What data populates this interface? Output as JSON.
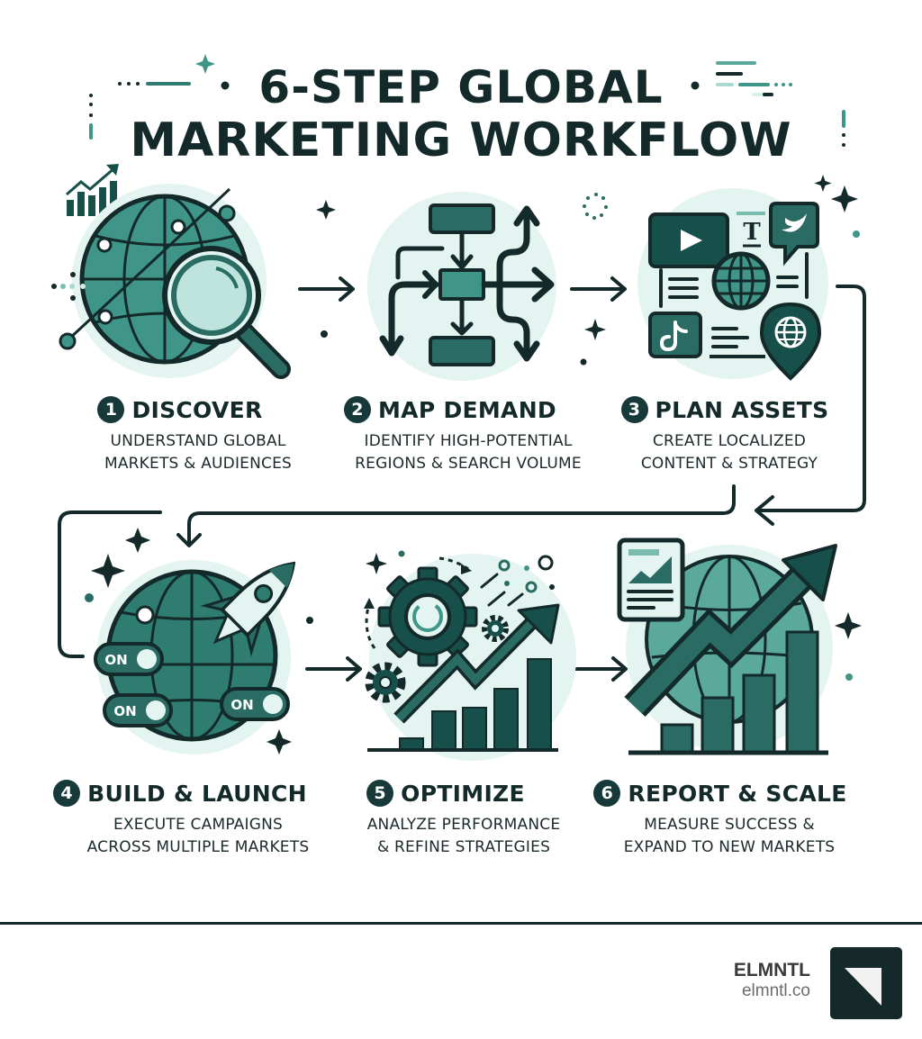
{
  "title": {
    "line1": "6-STEP GLOBAL",
    "line2": "MARKETING WORKFLOW"
  },
  "colors": {
    "dark": "#14292a",
    "teal": "#2e7d70",
    "teal_mid": "#3f9688",
    "teal_light": "#e3f4f1",
    "teal_pale": "#cde9e4",
    "white": "#ffffff"
  },
  "steps": [
    {
      "number": "1",
      "title": "DISCOVER",
      "desc_line1": "UNDERSTAND GLOBAL",
      "desc_line2": "MARKETS & AUDIENCES",
      "icon": "globe-magnifier-icon"
    },
    {
      "number": "2",
      "title": "MAP DEMAND",
      "desc_line1": "IDENTIFY HIGH-POTENTIAL",
      "desc_line2": "REGIONS & SEARCH VOLUME",
      "icon": "flowchart-icon"
    },
    {
      "number": "3",
      "title": "PLAN ASSETS",
      "desc_line1": "CREATE LOCALIZED",
      "desc_line2": "CONTENT & STRATEGY",
      "icon": "content-assets-icon"
    },
    {
      "number": "4",
      "title": "BUILD & LAUNCH",
      "desc_line1": "EXECUTE CAMPAIGNS",
      "desc_line2": "ACROSS MULTIPLE MARKETS",
      "icon": "rocket-globe-icon",
      "toggles": [
        "ON",
        "ON",
        "ON"
      ]
    },
    {
      "number": "5",
      "title": "OPTIMIZE",
      "desc_line1": "ANALYZE PERFORMANCE",
      "desc_line2": "& REFINE STRATEGIES",
      "icon": "gears-growth-icon"
    },
    {
      "number": "6",
      "title": "REPORT & SCALE",
      "desc_line1": "MEASURE SUCCESS &",
      "desc_line2": "EXPAND TO NEW MARKETS",
      "icon": "report-growth-icon"
    }
  ],
  "step3_text_glyph": "T",
  "footer": {
    "brand_name": "ELMNTL",
    "brand_url": "elmntl.co"
  }
}
